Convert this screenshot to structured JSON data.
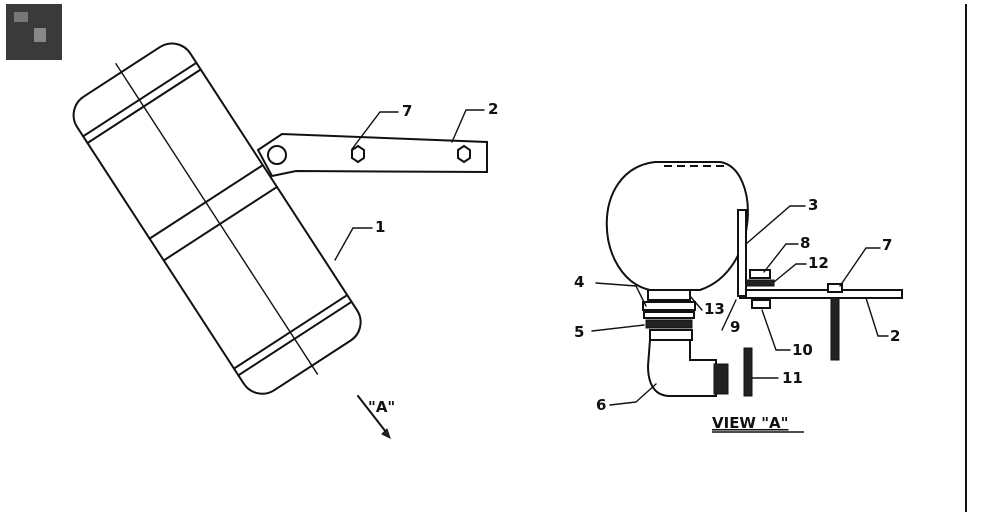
{
  "figure": {
    "view_label": "\"A\"",
    "view_caption": "VIEW \"A\""
  },
  "callouts": {
    "c1": "1",
    "c2_top": "2",
    "c7_top": "7",
    "c3": "3",
    "c4": "4",
    "c5": "5",
    "c6": "6",
    "c7_right": "7",
    "c8": "8",
    "c9": "9",
    "c10": "10",
    "c11": "11",
    "c12": "12",
    "c13": "13",
    "c2_right": "2"
  }
}
